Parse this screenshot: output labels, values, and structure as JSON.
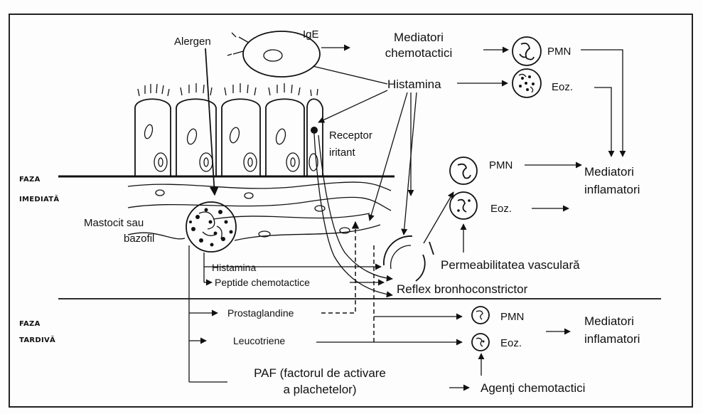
{
  "phases": {
    "immediate": [
      "FAZA",
      "IMEDIATĂ"
    ],
    "late": [
      "FAZA",
      "TARDIVĂ"
    ]
  },
  "labels": {
    "allergen": "Alergen",
    "ige": "IgE",
    "chemotactic_mediators": [
      "Mediatori",
      "chemotactici"
    ],
    "histamine_top": "Histamina",
    "pmn_top": "PMN",
    "eos_top": "Eoz.",
    "irritant_receptor": [
      "Receptor",
      "iritant"
    ],
    "pmn_mid": "PMN",
    "eos_mid": "Eoz.",
    "inflammatory_mediators_mid": [
      "Mediatori",
      "inflamatori"
    ],
    "mast_cell": [
      "Mastocit sau",
      "bazofil"
    ],
    "histamine_low": "Histamina",
    "chemotactic_peptides": "Peptide chemotactice",
    "vascular_permeability": "Permeabilitatea vasculară",
    "bronchoconstrictor_reflex": "Reflex bronhoconstrictor",
    "prostaglandins": "Prostaglandine",
    "leukotrienes": "Leucotriene",
    "paf": [
      "PAF (factorul de activare",
      "a plachetelor)"
    ],
    "pmn_late": "PMN",
    "eos_late": "Eoz.",
    "inflammatory_mediators_late": [
      "Mediatori",
      "inflamatori"
    ],
    "chemotactic_agents": "Agenţi chemotactici"
  }
}
